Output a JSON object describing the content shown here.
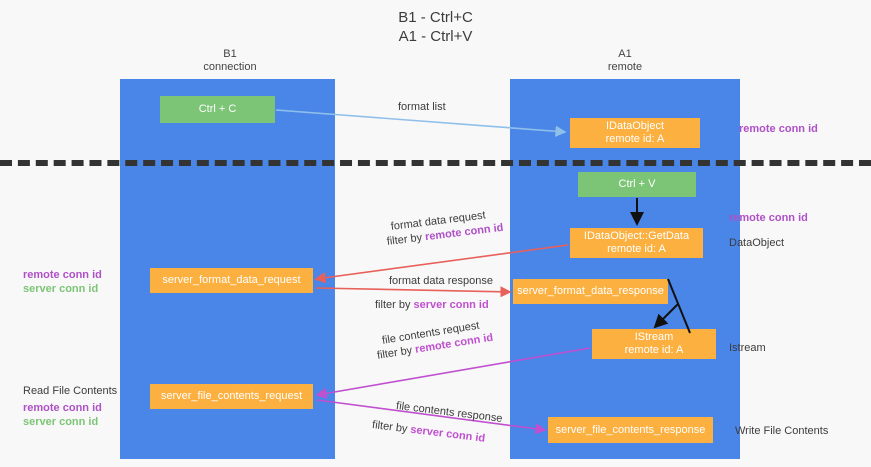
{
  "title": "B1 - Ctrl+C\nA1 - Ctrl+V",
  "lanes": [
    {
      "id": "b1",
      "header": "B1\nconnection"
    },
    {
      "id": "a1",
      "header": "A1\nremote"
    }
  ],
  "nodes": {
    "ctrl_c": {
      "line1": "Ctrl + C",
      "line2": ""
    },
    "idataobject": {
      "line1": "IDataObject",
      "line2": "remote id: A"
    },
    "ctrl_v": {
      "line1": "Ctrl + V",
      "line2": ""
    },
    "getdata": {
      "line1": "IDataObject::GetData",
      "line2": "remote id: A"
    },
    "server_format_data_request": {
      "line1": "server_format_data_request",
      "line2": ""
    },
    "server_format_data_response": {
      "line1": "server_format_data_response",
      "line2": ""
    },
    "istream": {
      "line1": "IStream",
      "line2": "remote id: A"
    },
    "server_file_contents_request": {
      "line1": "server_file_contents_request",
      "line2": ""
    },
    "server_file_contents_response": {
      "line1": "server_file_contents_response",
      "line2": ""
    }
  },
  "arrow_labels": {
    "format_list": "format list",
    "format_data_request": "format data request",
    "format_data_request_filter_prefix": "filter by ",
    "format_data_request_filter_key": "remote conn id",
    "format_data_response": "format data response",
    "format_data_response_filter_prefix": "filter by ",
    "format_data_response_filter_key": "server conn id",
    "file_contents_request": "file contents request",
    "file_contents_request_filter_prefix": "filter by ",
    "file_contents_request_filter_key": "remote conn id",
    "file_contents_response": "file contents response",
    "file_contents_response_filter_prefix": "filter by ",
    "file_contents_response_filter_key": "server conn id"
  },
  "side_labels": {
    "right_remote_conn_id_top": "remote conn id",
    "right_remote_conn_id_mid": "remote conn id",
    "right_dataobject": "DataObject",
    "right_istream": "Istream",
    "right_write_file_contents": "Write File Contents",
    "left_remote_conn_id_mid": "remote conn id",
    "left_server_conn_id_mid": "server conn id",
    "left_read_file_contents": "Read File Contents",
    "left_remote_conn_id_bot": "remote conn id",
    "left_server_conn_id_bot": "server conn id"
  },
  "colors": {
    "lane": "#4a86e8",
    "green_node": "#7cc576",
    "orange_node": "#fbb040",
    "purple": "#b050c8",
    "green_text": "#7cc576",
    "divider": "#333333",
    "arrow_blue": "#8fc0ea",
    "arrow_red": "#e8605a",
    "arrow_magenta": "#c050d0",
    "arrow_black": "#111111",
    "background": "#f8f8f8"
  }
}
